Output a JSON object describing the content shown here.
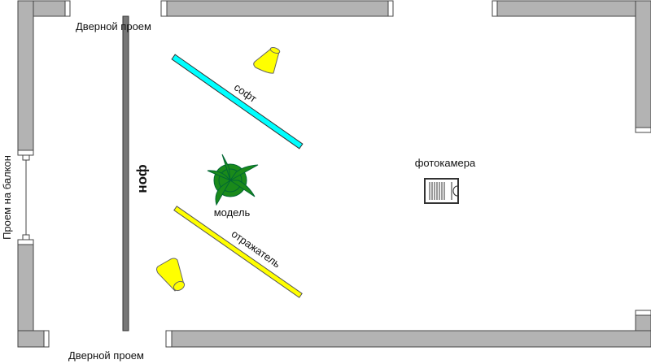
{
  "labels": {
    "door_top": "Дверной проем",
    "door_bottom": "Дверной проем",
    "balcony": "Проем на балкон",
    "backdrop": "фон",
    "softbox": "софт",
    "model": "модель",
    "reflector": "отражатель",
    "camera": "фотокамера"
  },
  "colors": {
    "wall": "#b3b3b3",
    "softbox": "#00ffff",
    "reflector": "#ffff00",
    "lamp": "#ffff00",
    "plant": "#1a8a1a",
    "backdrop": "#666666"
  }
}
